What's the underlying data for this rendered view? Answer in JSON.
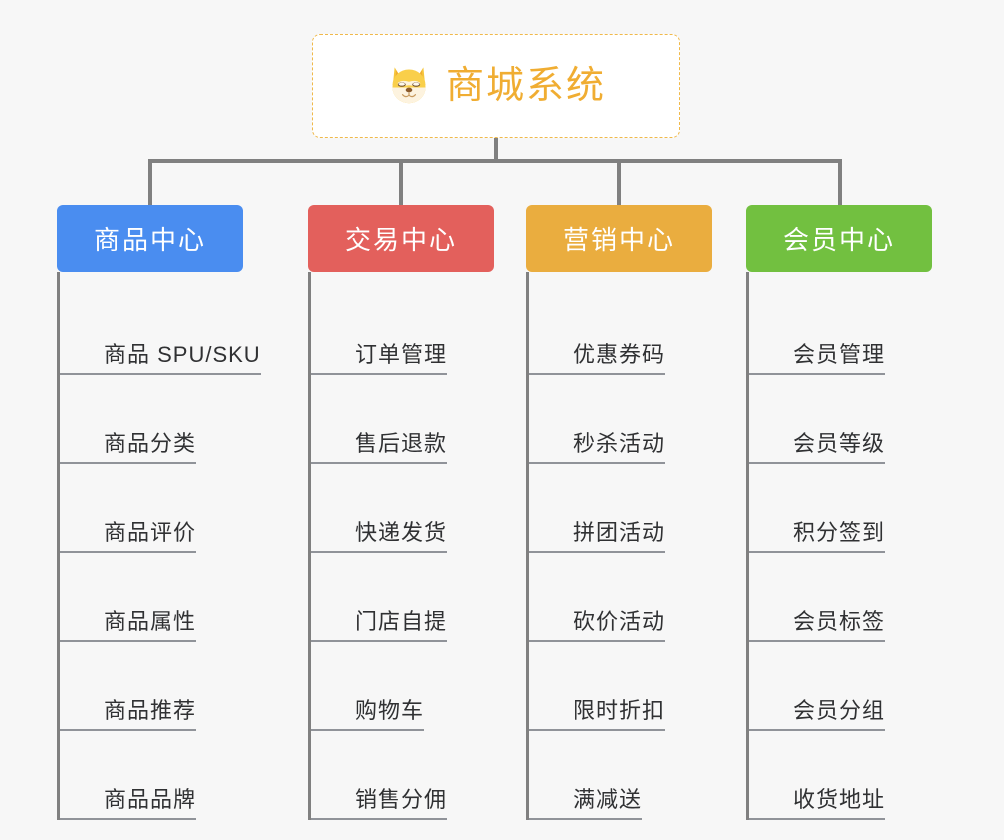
{
  "root": {
    "title": "商城系统",
    "icon": "shiba-dog-face-icon",
    "border_color": "#f0b94a",
    "text_color": "#f0ad32"
  },
  "colors": {
    "background": "#f7f7f7",
    "connector": "#808080",
    "leaf_text": "#303133",
    "leaf_underline": "#909399"
  },
  "columns": [
    {
      "label": "商品中心",
      "color": "#4a8df0",
      "items": [
        "商品 SPU/SKU",
        "商品分类",
        "商品评价",
        "商品属性",
        "商品推荐",
        "商品品牌"
      ]
    },
    {
      "label": "交易中心",
      "color": "#e3605c",
      "items": [
        "订单管理",
        "售后退款",
        "快递发货",
        "门店自提",
        "购物车",
        "销售分佣"
      ]
    },
    {
      "label": "营销中心",
      "color": "#eaad3f",
      "items": [
        "优惠券码",
        "秒杀活动",
        "拼团活动",
        "砍价活动",
        "限时折扣",
        "满减送"
      ]
    },
    {
      "label": "会员中心",
      "color": "#72c040",
      "items": [
        "会员管理",
        "会员等级",
        "积分签到",
        "会员标签",
        "会员分组",
        "收货地址"
      ]
    }
  ]
}
